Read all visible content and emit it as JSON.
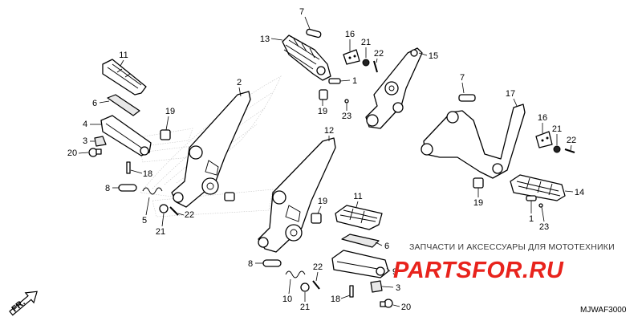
{
  "diagram_code": "MJWAF3000",
  "watermark": {
    "tagline": "ЗАПЧАСТИ И АКСЕССУАРЫ ДЛЯ МОТОТЕХНИКИ",
    "logo_text": "PARTSFOR.RU",
    "logo_color": "#e8231c"
  },
  "direction_label": "FR.",
  "callouts": [
    {
      "id": "c-7-top",
      "label": "7"
    },
    {
      "id": "c-13",
      "label": "13"
    },
    {
      "id": "c-16-top",
      "label": "16"
    },
    {
      "id": "c-21-top",
      "label": "21"
    },
    {
      "id": "c-22-top",
      "label": "22"
    },
    {
      "id": "c-15",
      "label": "15"
    },
    {
      "id": "c-1-top",
      "label": "1"
    },
    {
      "id": "c-19-top",
      "label": "19"
    },
    {
      "id": "c-23-top",
      "label": "23"
    },
    {
      "id": "c-11-left",
      "label": "11"
    },
    {
      "id": "c-6-left",
      "label": "6"
    },
    {
      "id": "c-4",
      "label": "4"
    },
    {
      "id": "c-3-left",
      "label": "3"
    },
    {
      "id": "c-20-left",
      "label": "20"
    },
    {
      "id": "c-18-left",
      "label": "18"
    },
    {
      "id": "c-2",
      "label": "2"
    },
    {
      "id": "c-19-left",
      "label": "19"
    },
    {
      "id": "c-8-left",
      "label": "8"
    },
    {
      "id": "c-5",
      "label": "5"
    },
    {
      "id": "c-22-left",
      "label": "22"
    },
    {
      "id": "c-21-left",
      "label": "21"
    },
    {
      "id": "c-12",
      "label": "12"
    },
    {
      "id": "c-19-mid",
      "label": "19"
    },
    {
      "id": "c-11-mid",
      "label": "11"
    },
    {
      "id": "c-6-mid",
      "label": "6"
    },
    {
      "id": "c-9",
      "label": "9"
    },
    {
      "id": "c-8-mid",
      "label": "8"
    },
    {
      "id": "c-22-mid",
      "label": "22"
    },
    {
      "id": "c-3-mid",
      "label": "3"
    },
    {
      "id": "c-10",
      "label": "10"
    },
    {
      "id": "c-21-mid",
      "label": "21"
    },
    {
      "id": "c-18-mid",
      "label": "18"
    },
    {
      "id": "c-20-mid",
      "label": "20"
    },
    {
      "id": "c-7-right",
      "label": "7"
    },
    {
      "id": "c-17",
      "label": "17"
    },
    {
      "id": "c-16-right",
      "label": "16"
    },
    {
      "id": "c-21-right",
      "label": "21"
    },
    {
      "id": "c-22-right",
      "label": "22"
    },
    {
      "id": "c-14",
      "label": "14"
    },
    {
      "id": "c-19-right",
      "label": "19"
    },
    {
      "id": "c-1-right",
      "label": "1"
    },
    {
      "id": "c-23-right",
      "label": "23"
    }
  ]
}
